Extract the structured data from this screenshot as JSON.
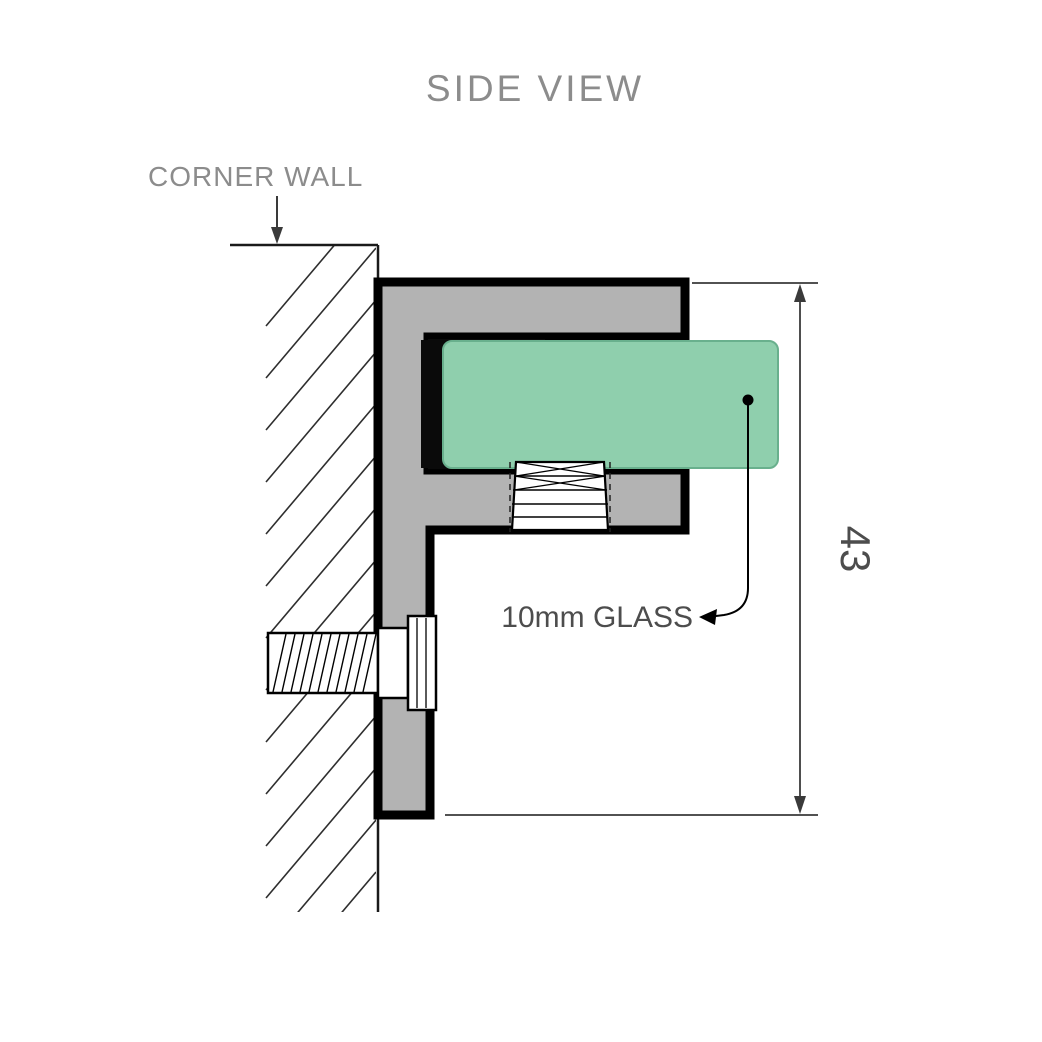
{
  "diagram": {
    "title": "SIDE VIEW",
    "wall": {
      "label": "CORNER WALL"
    },
    "glass": {
      "label": "10mm GLASS"
    },
    "dimension": {
      "value": "43"
    }
  },
  "colors": {
    "glass": "#8FCFAD",
    "glass_edge": "#69B08D",
    "bracket_fill": "#B3B3B3",
    "outline": "#000000",
    "muted_text": "#8C8C8C",
    "dark_text": "#4D4D4D",
    "line": "#3A3A3A"
  }
}
